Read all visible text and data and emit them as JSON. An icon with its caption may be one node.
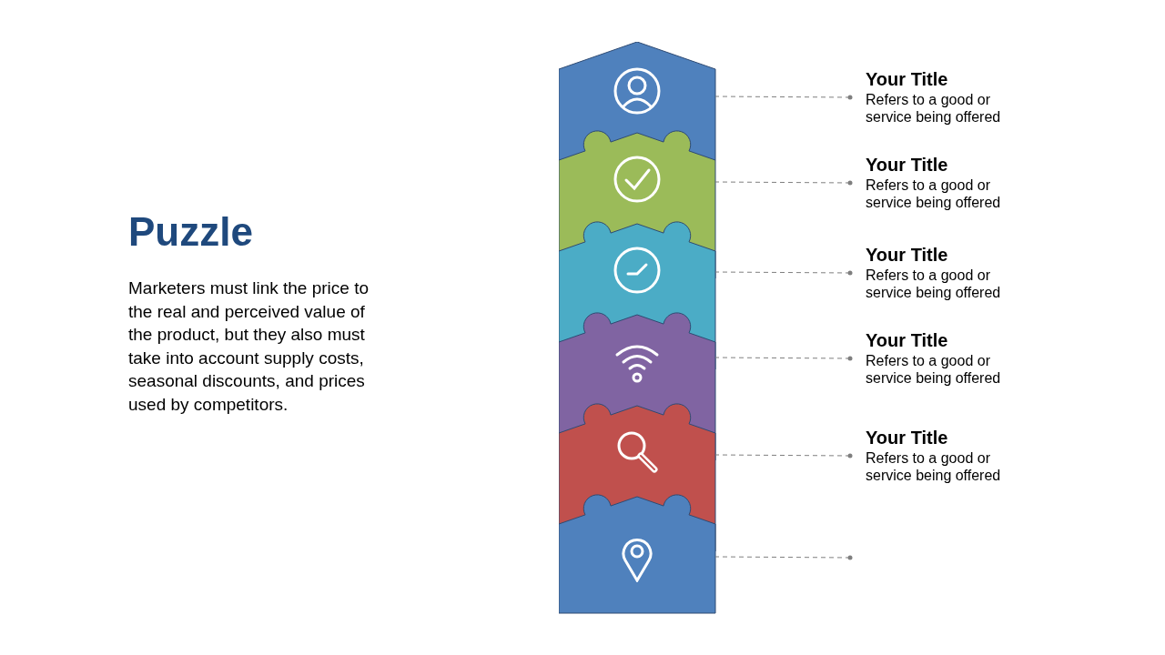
{
  "diagram": {
    "title": "Puzzle",
    "nodes": [
      {
        "text": [],
        "shape": "box"
      },
      {
        "text": [],
        "shape": "box"
      },
      {
        "text": [],
        "shape": "box"
      },
      {
        "text": [],
        "shape": "box"
      },
      {
        "text": [],
        "shape": "box"
      },
      {
        "text": [],
        "shape": "box"
      },
      {
        "text": [
          "Your Title",
          "Refers to a good or service being offered"
        ]
      },
      {
        "text": [
          "Your Title",
          "Refers to a good or service being offered"
        ]
      },
      {
        "text": [
          "Your Title",
          "Refers to a good or service being offered"
        ]
      },
      {
        "text": [
          "Your Title",
          "Refers to a good or service being offered"
        ]
      },
      {
        "text": [
          "Your Title",
          "Refers to a good or service being offered"
        ]
      }
    ],
    "edges": [
      {
        "from": 6,
        "to": 0,
        "arrow": "other",
        "style": "dashed"
      },
      {
        "from": 7,
        "to": 1,
        "arrow": "other",
        "style": "dashed"
      },
      {
        "from": 8,
        "to": 2,
        "arrow": "other",
        "style": "dashed"
      },
      {
        "from": 9,
        "to": 3,
        "arrow": "other",
        "style": "dashed"
      },
      {
        "from": 10,
        "to": 4,
        "arrow": "other",
        "style": "dashed"
      },
      {
        "from": null,
        "to": 5,
        "arrow": "other",
        "style": "dashed"
      }
    ],
    "labels": [
      "Marketers must link the price to the real and perceived value of the product, but they also must take into account supply costs, seasonal discounts, and prices used by competitors."
    ]
  }
}
